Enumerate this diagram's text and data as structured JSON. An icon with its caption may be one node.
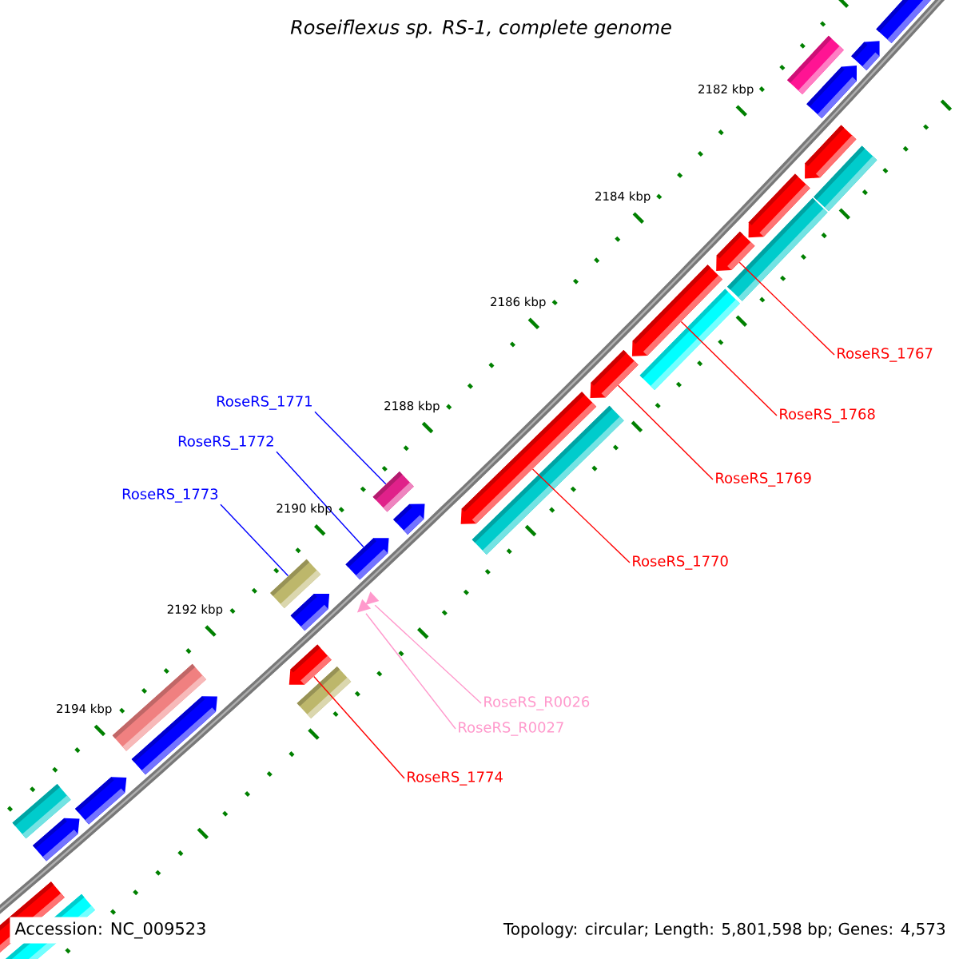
{
  "diagram": {
    "title": "Roseiflexus sp. RS-1, complete genome",
    "nodes": [
      {
        "text": [
          "RoseRS_1767"
        ]
      },
      {
        "text": [
          "RoseRS_1771"
        ]
      },
      {
        "text": [
          "RoseRS_1768"
        ]
      },
      {
        "text": [
          "RoseRS_1772"
        ]
      },
      {
        "text": [
          "RoseRS_1769"
        ]
      },
      {
        "text": [
          "RoseRS_1773"
        ]
      },
      {
        "text": [
          "RoseRS_1770"
        ]
      },
      {
        "text": [
          "RoseRS_R0026"
        ]
      },
      {
        "text": [
          "RoseRS_R0027"
        ]
      },
      {
        "text": [
          "RoseRS_1774"
        ]
      },
      {
        "text": [],
        "shape": "arrow"
      },
      {
        "text": [],
        "shape": "arrow"
      },
      {
        "text": [],
        "shape": "box"
      },
      {
        "text": [],
        "shape": "arrow"
      },
      {
        "text": [],
        "shape": "arrow"
      },
      {
        "text": [],
        "shape": "box"
      },
      {
        "text": [],
        "shape": "arrow"
      },
      {
        "text": [],
        "shape": "box"
      },
      {
        "text": [],
        "shape": "arrow"
      },
      {
        "text": [],
        "shape": "arrow"
      },
      {
        "text": [],
        "shape": "box"
      },
      {
        "text": [],
        "shape": "arrow"
      },
      {
        "text": [],
        "shape": "arrow"
      },
      {
        "text": [],
        "shape": "box"
      },
      {
        "text": [],
        "shape": "box"
      },
      {
        "text": [],
        "shape": "arrow"
      },
      {
        "text": [],
        "shape": "arrow"
      },
      {
        "text": [],
        "shape": "box"
      },
      {
        "text": [],
        "shape": "arrow"
      },
      {
        "text": [],
        "shape": "arrow"
      },
      {
        "text": [],
        "shape": "arrow"
      },
      {
        "text": [],
        "shape": "arrow"
      },
      {
        "text": [],
        "shape": "box"
      },
      {
        "text": [],
        "shape": "box"
      },
      {
        "text": [],
        "shape": "arrow"
      },
      {
        "text": [],
        "shape": "arrow"
      },
      {
        "text": [],
        "shape": "box"
      },
      {
        "text": [],
        "shape": "arrow"
      },
      {
        "text": [],
        "shape": "arrow"
      },
      {
        "text": [],
        "shape": "box"
      }
    ],
    "edges": [
      {
        "from": 0,
        "to": 18,
        "arrow": "none"
      },
      {
        "from": 1,
        "to": 24,
        "arrow": "none",
        "color": "#0000ff"
      },
      {
        "from": 2,
        "to": 19,
        "arrow": "none"
      },
      {
        "from": 3,
        "to": 26,
        "arrow": "none",
        "color": "#0000ff"
      },
      {
        "from": 4,
        "to": 21,
        "arrow": "none"
      },
      {
        "from": 5,
        "to": 27,
        "arrow": "none",
        "color": "#0000ff"
      },
      {
        "from": 6,
        "to": 22,
        "arrow": "none"
      },
      {
        "from": 7,
        "to": 28,
        "arrow": "none",
        "color": "#ff99cc"
      },
      {
        "from": 8,
        "to": 29,
        "arrow": "none",
        "color": "#ff99cc"
      },
      {
        "from": 9,
        "to": 31,
        "arrow": "none"
      }
    ],
    "labels": [
      "2182 kbp",
      "2184 kbp",
      "2186 kbp",
      "2188 kbp",
      "2190 kbp",
      "2192 kbp",
      "2194 kbp",
      "Accession: NC_009523",
      "Topology: circular; Length: 5,801,598 bp; Genes: 4,573"
    ]
  }
}
